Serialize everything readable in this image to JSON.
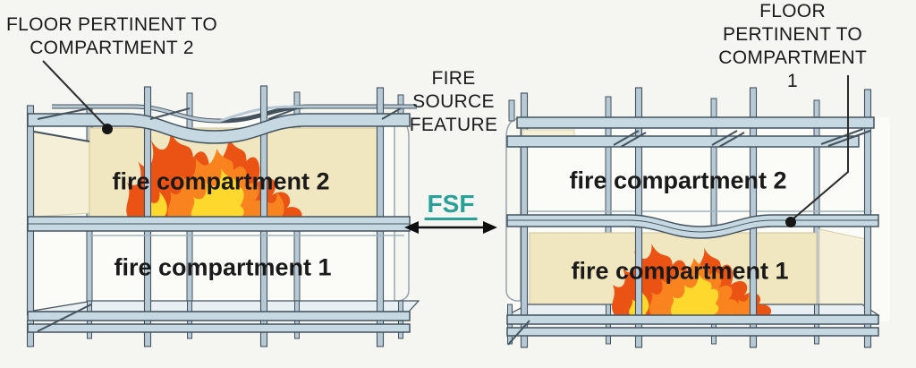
{
  "annotations": {
    "left_floor_note": "FLOOR PERTINENT TO\nCOMPARTMENT 2",
    "right_floor_note": "FLOOR PERTINENT TO\nCOMPARTMENT 1",
    "center_note": "FIRE\nSOURCE\nFEATURE",
    "fsf_abbreviation": "FSF"
  },
  "buildings": {
    "left": {
      "upper_compartment": "fire compartment 2",
      "lower_compartment": "fire compartment 1"
    },
    "right": {
      "upper_compartment": "fire compartment 2",
      "lower_compartment": "fire compartment 1"
    }
  },
  "colors": {
    "bg": "#f5f5f2",
    "ink": "#1a1a1a",
    "fsf_teal": "#2aa198",
    "steel_fill": "#b7c9d4",
    "steel_dark": "#44525d",
    "slab_fill": "#c6d9e3",
    "face_fill": "#e9f0f4",
    "wall_cream": "#f0e6bf",
    "wall_cream_light": "#f6efd8",
    "panel_fill": "#f7f7f2",
    "flame_outer": "#ea5314",
    "flame_mid": "#f9831e",
    "flame_inner": "#ffd82e"
  }
}
